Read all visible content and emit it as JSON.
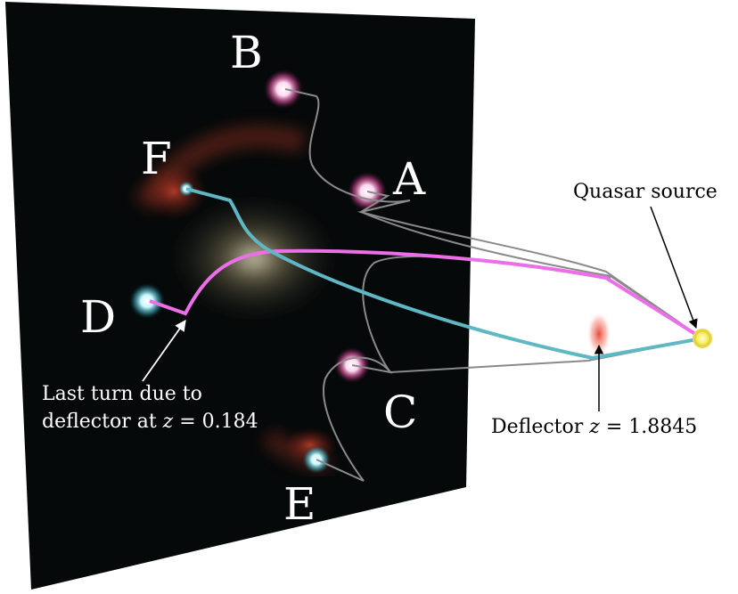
{
  "image_labels": [
    "B",
    "F",
    "A",
    "D",
    "C",
    "E"
  ],
  "quasar_label": "Quasar source",
  "deflector_label": {
    "text": "Deflector",
    "var": "z",
    "eq": " = 1.8845"
  },
  "last_turn_label": {
    "line1": "Last turn due to",
    "line2_text": "deflector at",
    "var": "z",
    "eq": " = 0.184"
  },
  "colors": {
    "panel": "#05090a",
    "magenta_path": "#ec6ee8",
    "cyan_path": "#5fb7c3",
    "grey_path": "#8a8a8a",
    "quasar": "#f5ef63",
    "deflector": "#e8412e"
  }
}
